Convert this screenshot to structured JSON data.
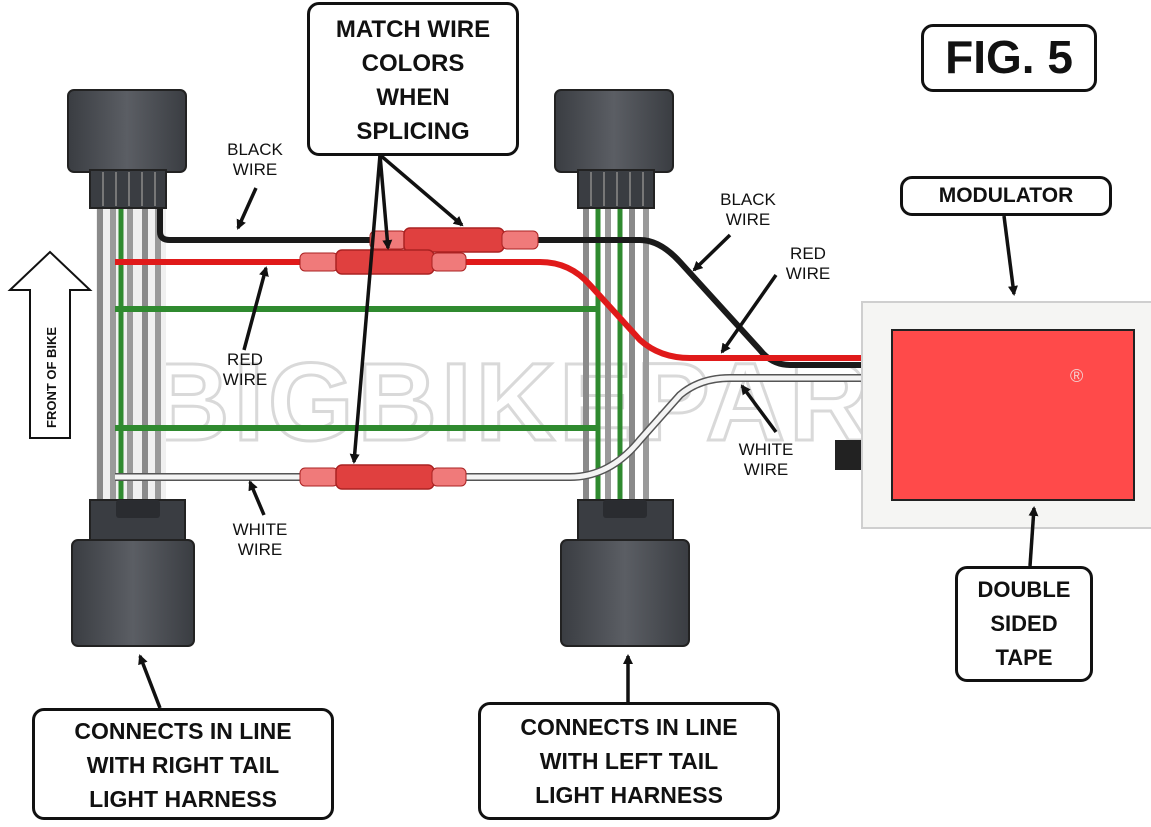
{
  "figure_label": "FIG. 5",
  "callouts": {
    "match_wire": [
      "MATCH WIRE",
      "COLORS",
      "WHEN",
      "SPLICING"
    ],
    "modulator": "MODULATOR",
    "double_sided_tape": [
      "DOUBLE",
      "SIDED",
      "TAPE"
    ],
    "right_tail": [
      "CONNECTS IN LINE",
      "WITH RIGHT TAIL",
      "LIGHT HARNESS"
    ],
    "left_tail": [
      "CONNECTS IN LINE",
      "WITH LEFT TAIL",
      "LIGHT HARNESS"
    ]
  },
  "wire_labels": {
    "black_left": [
      "BLACK",
      "WIRE"
    ],
    "red_left": [
      "RED",
      "WIRE"
    ],
    "white_left": [
      "WHITE",
      "WIRE"
    ],
    "black_right": [
      "BLACK",
      "WIRE"
    ],
    "red_right": [
      "RED",
      "WIRE"
    ],
    "white_right": [
      "WHITE",
      "WIRE"
    ]
  },
  "front_of_bike": "FRONT OF BIKE",
  "watermark": "BIGBIKEPARTS",
  "registered_mark": "®",
  "colors": {
    "black_wire": "#1a1a1a",
    "red_wire": "#e01a1a",
    "green_wire": "#2f8a2f",
    "white_wire": "#f4f4f4",
    "connector": "#4a4d52",
    "splice": "#e0403f",
    "modulator_pad": "#f5f5f3",
    "modulator_tape": "#ff4a4a"
  }
}
